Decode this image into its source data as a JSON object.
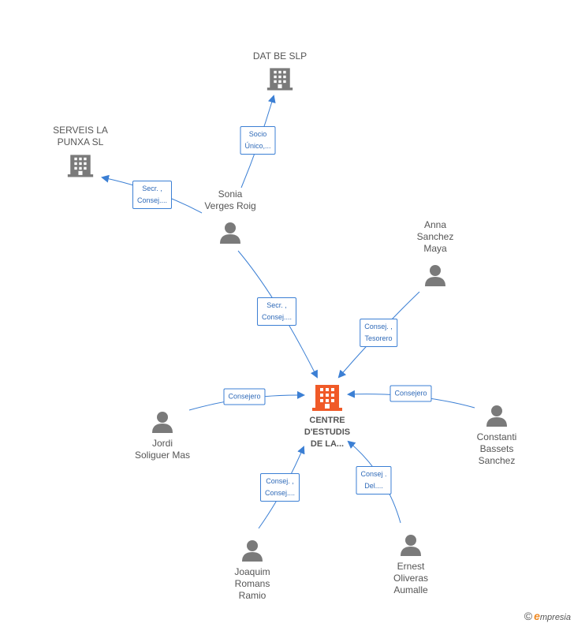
{
  "colors": {
    "edge": "#3b7fd4",
    "person": "#7a7a7a",
    "company": "#7a7a7a",
    "center": "#f05a28"
  },
  "nodes": {
    "center": {
      "label": "CENTRE\nD'ESTUDIS\nDE LA...",
      "icon": "building-icon"
    },
    "dat_be": {
      "label": "DAT BE  SLP",
      "icon": "building-icon"
    },
    "serveis": {
      "label": "SERVEIS LA\nPUNXA SL",
      "icon": "building-icon"
    },
    "sonia": {
      "label": "Sonia\nVerges Roig",
      "icon": "person-icon"
    },
    "anna": {
      "label": "Anna\nSanchez\nMaya",
      "icon": "person-icon"
    },
    "jordi": {
      "label": "Jordi\nSoliguer Mas",
      "icon": "person-icon"
    },
    "constanti": {
      "label": "Constanti\nBassets\nSanchez",
      "icon": "person-icon"
    },
    "joaquim": {
      "label": "Joaquim\nRomans\nRamio",
      "icon": "person-icon"
    },
    "ernest": {
      "label": "Ernest\nOliveras\nAumalle",
      "icon": "person-icon"
    }
  },
  "edges": {
    "sonia_datbe": "Socio\nÚnico,...",
    "sonia_serveis": "Secr. ,\nConsej....",
    "sonia_center": "Secr. ,\nConsej....",
    "anna_center": "Consej. ,\nTesorero",
    "jordi_center": "Consejero",
    "constanti_center": "Consejero",
    "joaquim_center": "Consej. ,\nConsej....",
    "ernest_center": "Consej .\nDel...."
  },
  "brand": {
    "copyright": "©",
    "initial": "e",
    "rest": "mpresia"
  }
}
